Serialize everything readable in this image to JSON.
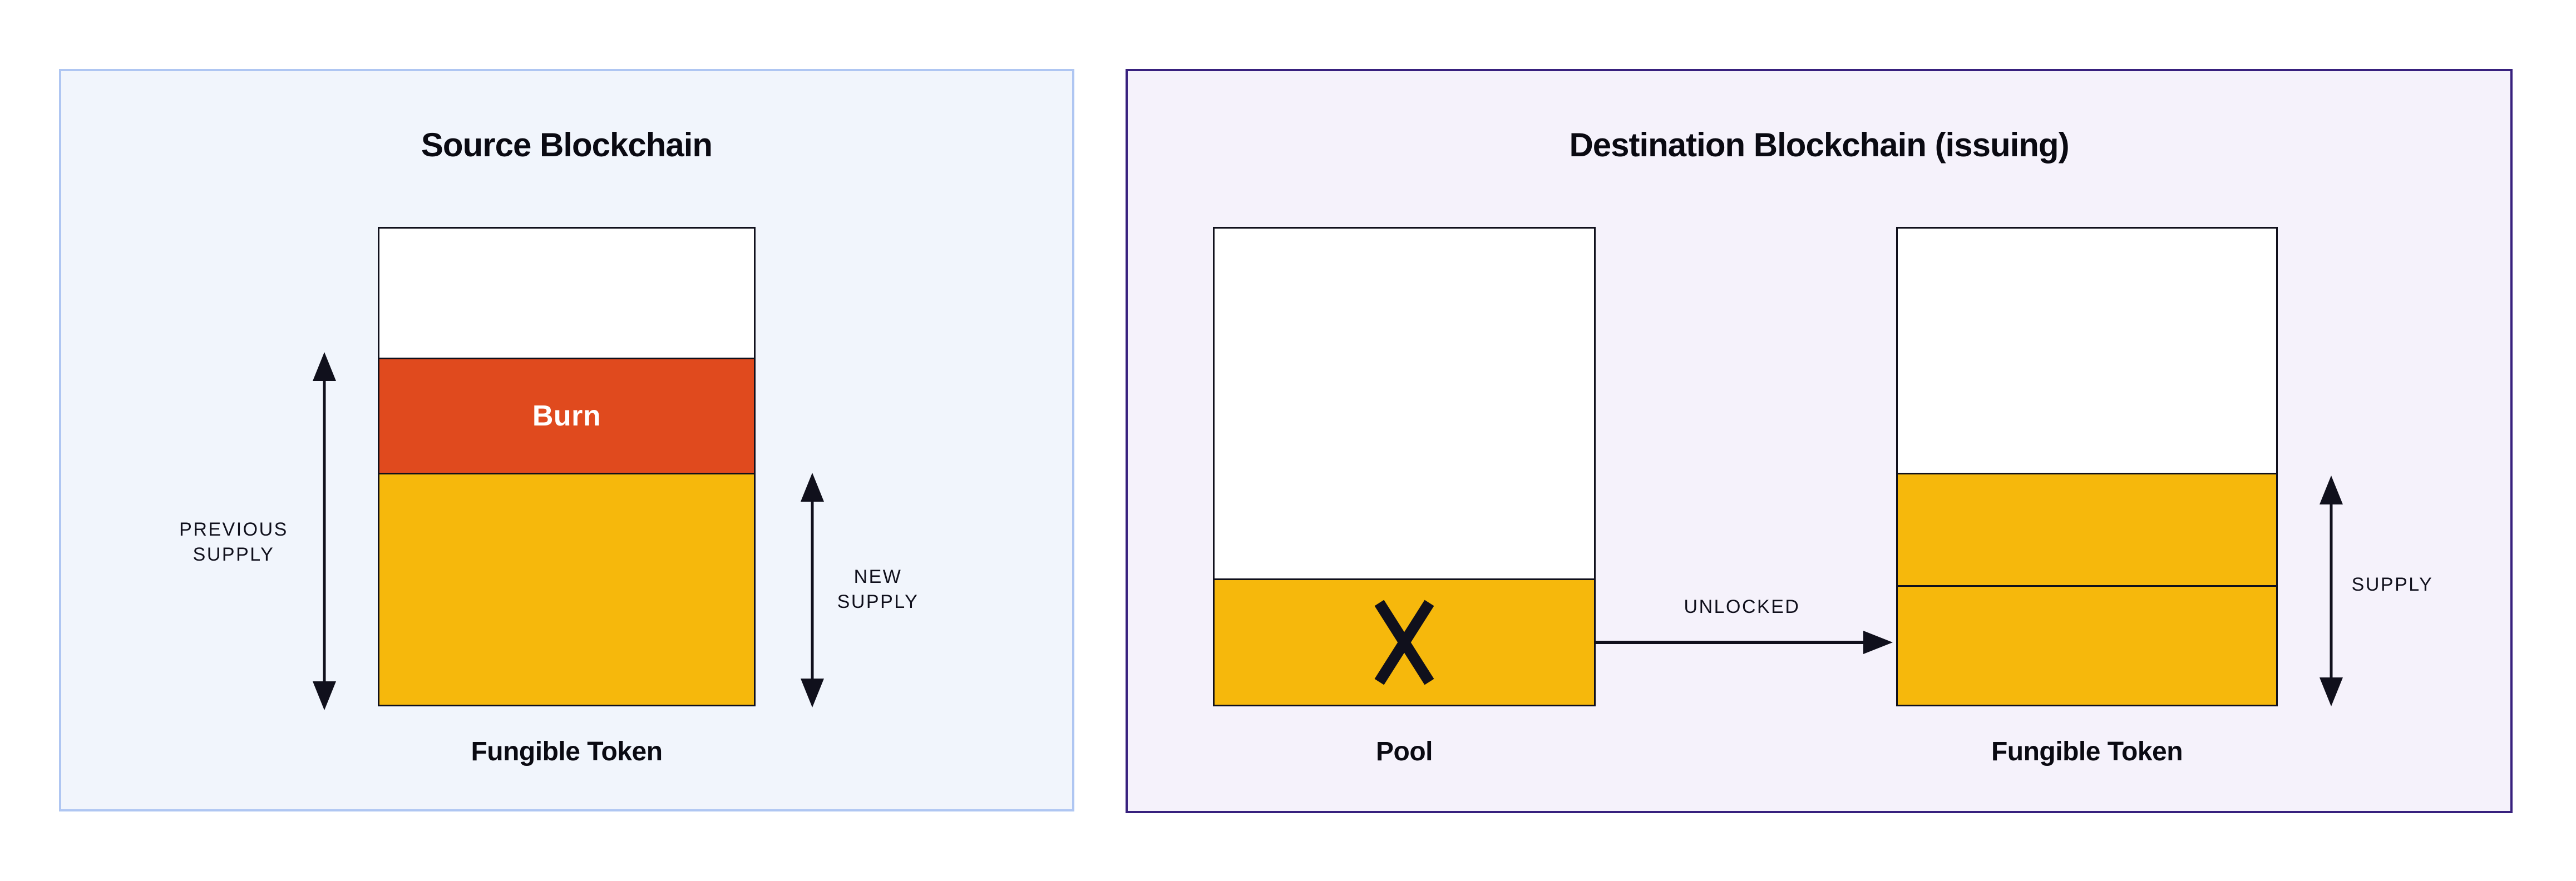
{
  "colors": {
    "page_bg": "#FFFFFF",
    "source_panel_bg": "#F1F5FC",
    "source_panel_border": "#AFC6F2",
    "dest_panel_bg": "#F5F2FB",
    "dest_panel_border": "#38217E",
    "bar_outline": "#10101C",
    "bar_empty": "#FFFFFF",
    "burn": "#E04A1E",
    "token_yellow": "#F6B80C",
    "text_dark": "#10101C",
    "title_text": "#0A0A12",
    "burn_label_text": "#FFFFFF"
  },
  "source_panel": {
    "title": "Source Blockchain",
    "bar_caption": "Fungible Token",
    "burn_segment_label": "Burn",
    "previous_supply_label": {
      "line1": "PREVIOUS",
      "line2": "SUPPLY"
    },
    "new_supply_label": {
      "line1": "NEW",
      "line2": "SUPPLY"
    }
  },
  "destination_panel": {
    "title": "Destination Blockchain (issuing)",
    "pool_caption": "Pool",
    "token_caption": "Fungible Token",
    "unlocked_arrow_label": "UNLOCKED",
    "supply_label": "SUPPLY",
    "pool_icon": "x-mark-icon"
  }
}
